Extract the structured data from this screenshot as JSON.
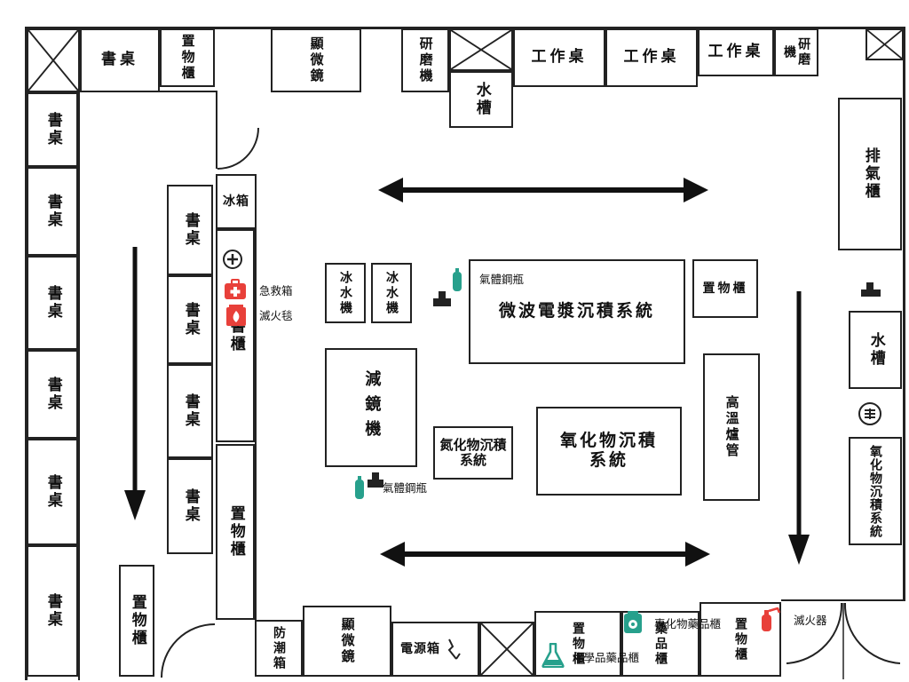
{
  "rooms": {
    "bookshelf": "書桌",
    "storage_cabinet": "置物櫃",
    "microscope": "顯微鏡",
    "grinder": "研磨機",
    "sink": "水槽",
    "workbench": "工作桌",
    "fridge": "冰箱",
    "freezer": "冰水機",
    "book_cabinet": "書櫃",
    "exhaust_cabinet": "排氣櫃",
    "microwave_system": "微波電漿沉積系統",
    "oxide_system": "氧化物沉積系統",
    "nitride_system": "氮化物沉積系統",
    "oxide_system_v": "氧化物沉積系統",
    "furnace_tube": "高溫爐管",
    "polisher": "減鏡機",
    "moisture_box": "防潮箱",
    "power_box": "電源箱",
    "chem_cabinet_small": "藥品櫃"
  },
  "safety_labels": {
    "first_aid": "急救箱",
    "fire_blanket": "滅火毯",
    "gas_cylinder_1": "氣體鋼瓶",
    "gas_cylinder_2": "氣體鋼瓶",
    "special_chem_cabinet": "專化物藥品櫃",
    "chemical_cabinet": "化學品藥品櫃",
    "fire_extinguisher": "滅火器"
  },
  "icons": {
    "first_aid_color": "#e8403a",
    "fire_blanket_color": "#e8403a",
    "gas_color": "#27a08c",
    "extinguisher_color": "#e8403a",
    "chem_color": "#27a08c"
  }
}
